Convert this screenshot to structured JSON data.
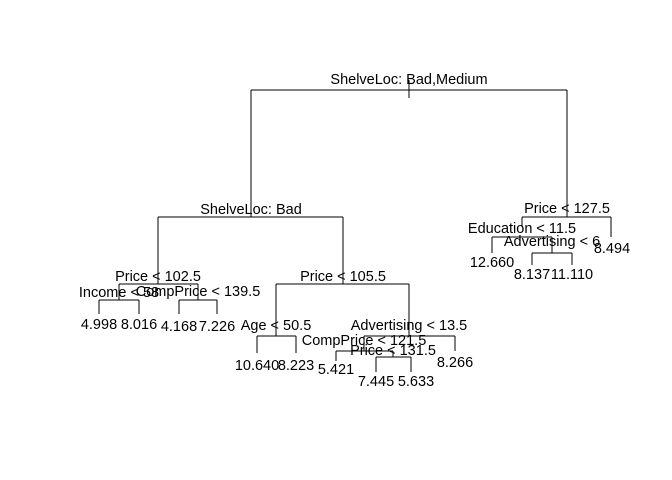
{
  "colors": {
    "background": "#ffffff",
    "ink": "#000000"
  },
  "tree": {
    "splits": [
      {
        "id": "n1",
        "label": "ShelveLoc: Bad,Medium"
      },
      {
        "id": "n2",
        "label": "ShelveLoc: Bad"
      },
      {
        "id": "n3",
        "label": "Price < 127.5"
      },
      {
        "id": "n4",
        "label": "Price < 102.5"
      },
      {
        "id": "n5",
        "label": "Price < 105.5"
      },
      {
        "id": "n6",
        "label": "Income < 58"
      },
      {
        "id": "n7",
        "label": "CompPrice < 139.5"
      },
      {
        "id": "n8",
        "label": "Age < 50.5"
      },
      {
        "id": "n9",
        "label": "Advertising < 13.5"
      },
      {
        "id": "n10",
        "label": "CompPrice < 121.5"
      },
      {
        "id": "n11",
        "label": "Price < 131.5"
      },
      {
        "id": "n12",
        "label": "Education < 11.5"
      },
      {
        "id": "n13",
        "label": "Advertising < 6"
      }
    ],
    "leaves": [
      {
        "id": "l1",
        "value": "4.998"
      },
      {
        "id": "l2",
        "value": "8.016"
      },
      {
        "id": "l3",
        "value": "4.168"
      },
      {
        "id": "l4",
        "value": "7.226"
      },
      {
        "id": "l5",
        "value": "10.640"
      },
      {
        "id": "l6",
        "value": "8.223"
      },
      {
        "id": "l7",
        "value": "5.421"
      },
      {
        "id": "l8",
        "value": "7.445"
      },
      {
        "id": "l9",
        "value": "5.633"
      },
      {
        "id": "l10",
        "value": "8.266"
      },
      {
        "id": "l11",
        "value": "12.660"
      },
      {
        "id": "l12",
        "value": "8.137"
      },
      {
        "id": "l13",
        "value": "11.110"
      },
      {
        "id": "l14",
        "value": "8.494"
      }
    ]
  }
}
